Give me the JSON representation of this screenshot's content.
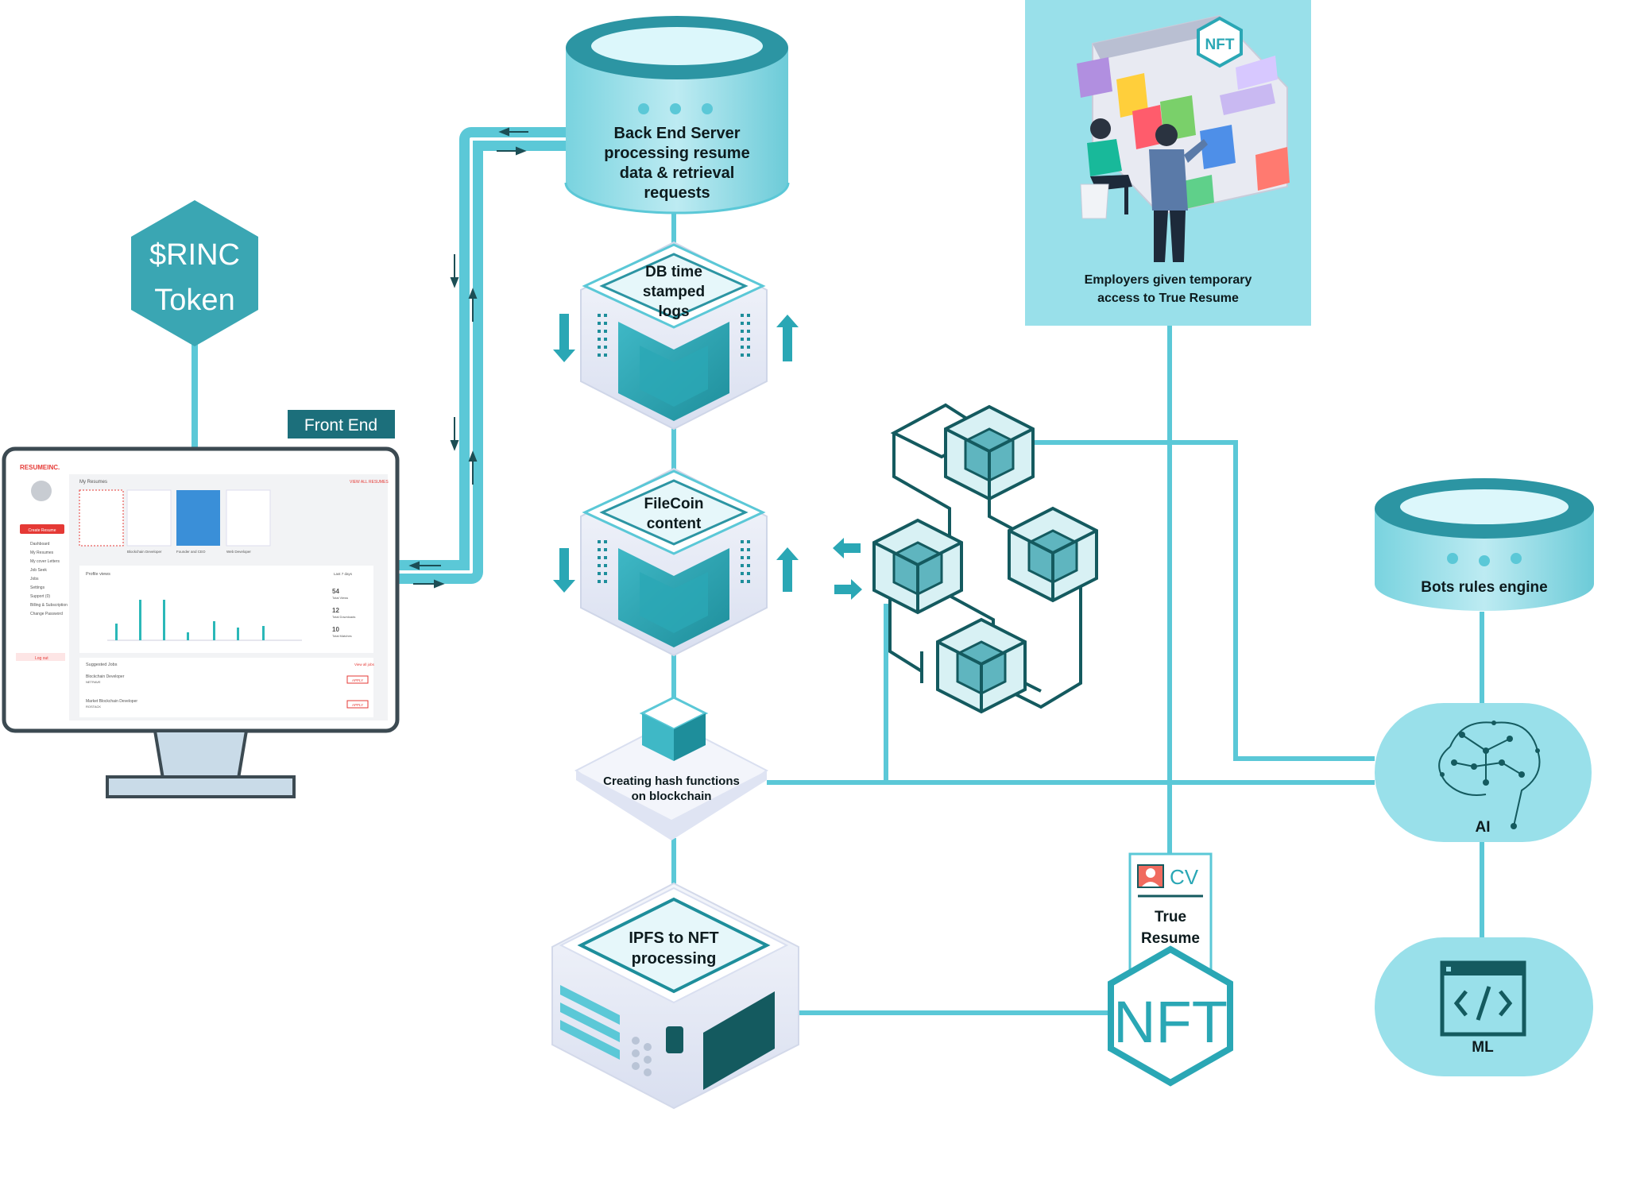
{
  "colors": {
    "teal": "#5bc8d7",
    "teal_light": "#cdeff4",
    "teal_dark": "#1e8e9b",
    "navy": "#1c4e55",
    "hex_token": "#3aa6b3",
    "frontend_label": "#1c6f7b",
    "employer_panel": "#99e0ea",
    "accent_red": "#e53935"
  },
  "nodes": {
    "token": {
      "line1": "$RINC",
      "line2": "Token"
    },
    "front_end": {
      "label": "Front End"
    },
    "backend": {
      "line1": "Back End Server",
      "line2": "processing resume",
      "line3": "data  & retrieval",
      "line4": "requests"
    },
    "db_logs": {
      "line1": "DB time",
      "line2": "stamped",
      "line3": "logs"
    },
    "filecoin": {
      "line1": "FileCoin",
      "line2": "content"
    },
    "hash": {
      "line1": "Creating hash functions",
      "line2": "on blockchain"
    },
    "ipfs": {
      "line1": "IPFS to NFT",
      "line2": "processing"
    },
    "employers": {
      "line1": "Employers given temporary",
      "line2": "access to True Resume",
      "badge": "NFT"
    },
    "bots": {
      "label": "Bots rules engine"
    },
    "ai": {
      "label": "AI"
    },
    "ml": {
      "label": "ML"
    },
    "true_resume": {
      "cv": "CV",
      "line1": "True",
      "line2": "Resume",
      "badge": "NFT"
    }
  },
  "dashboard": {
    "logo": "RESUMEINC.",
    "section_resumes": "My Resumes",
    "view_all": "VIEW ALL RESUMES",
    "cta": "Create Resume",
    "nav": [
      "Dashboard",
      "My Resumes",
      "My cover Letters",
      "Job Seek",
      "Jobs",
      "Settings",
      "Support (0)",
      "Billing & Subscription",
      "Change Password"
    ],
    "resume_cards": [
      "Blockchain Developer",
      "Founder and CEO",
      "Web Developer"
    ],
    "profile_views": "Profile views",
    "range": "Last 7 days",
    "stats": [
      {
        "value": "54",
        "label": "Total Views"
      },
      {
        "value": "12",
        "label": "Total Downloads"
      },
      {
        "value": "10",
        "label": "Total Matches"
      }
    ],
    "suggested": "Suggested Jobs",
    "view_jobs": "View all jobs",
    "jobs": [
      {
        "title": "Blockchain Developer",
        "company": "NETRAVE"
      },
      {
        "title": "Market Blockchain Developer",
        "company": "ROSTACK"
      }
    ],
    "apply": "APPLY",
    "logout": "Log out"
  }
}
